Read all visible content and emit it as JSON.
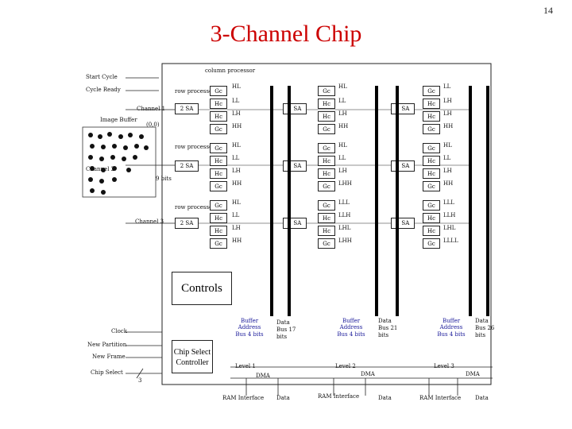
{
  "page_number": "14",
  "title": "3-Channel Chip",
  "left_labels": {
    "start_cycle": "Start Cycle",
    "cycle_ready": "Cycle Ready",
    "channel1": "Channel 1",
    "image_buffer": "Image Buffer",
    "origin": "(0,0)",
    "channel2": "Channel 2",
    "bits": "9 bits",
    "channel3": "Channel 3",
    "clock": "Clock",
    "new_partition": "New Partition",
    "new_frame": "New Frame",
    "chip_select": "Chip Select",
    "chip_select_width": "3"
  },
  "processors": {
    "column": "column processor",
    "row": "row processor",
    "row_sa": "2 SA",
    "col_sa": "1 SA"
  },
  "gate_labels": {
    "gc": "Gc",
    "hc": "Hc",
    "ll": "LL",
    "lh": "LH",
    "hl": "HL",
    "hh": "HH",
    "lll": "LLL",
    "llh": "LLH",
    "lhl": "LHL",
    "lhh": "LHH",
    "lll2": "LLLL"
  },
  "buses": [
    {
      "label": "Buffer Address Bus 4 bits"
    },
    {
      "label": "Data Bus 17 bits"
    },
    {
      "label": "Buffer Address Bus 4 bits"
    },
    {
      "label": "Data Bus 21 bits"
    },
    {
      "label": "Buffer Address Bus 4 bits"
    },
    {
      "label": "Data Bus 26 bits"
    }
  ],
  "controls": {
    "controls": "Controls",
    "chip_select_controller_1": "Chip Select",
    "chip_select_controller_2": "Controller"
  },
  "levels": [
    "Level 1",
    "Level 2",
    "Level 3"
  ],
  "dma": "DMA",
  "bottom": {
    "ram_interface": "RAM Interface",
    "data": "Data"
  }
}
